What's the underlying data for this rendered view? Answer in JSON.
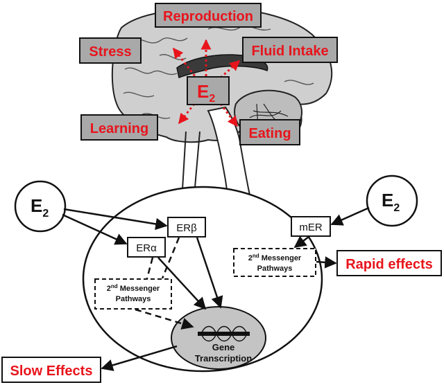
{
  "brain_functions": {
    "reproduction": "Reproduction",
    "stress": "Stress",
    "fluid_intake": "Fluid Intake",
    "learning": "Learning",
    "eating": "Eating"
  },
  "hormone": {
    "main": "E",
    "sub": "2"
  },
  "receptors": {
    "er_alpha": "ERα",
    "er_beta": "ERβ",
    "mer": "mER"
  },
  "second_messenger": {
    "sup": "nd",
    "left": {
      "num": "2",
      "line1": " Messenger",
      "line2": "Pathways"
    },
    "right": {
      "num": "2",
      "line1": " Messenger",
      "line2": "Pathways"
    }
  },
  "nucleus": {
    "line1": "Gene",
    "line2": "Transcription"
  },
  "effects": {
    "rapid": "Rapid effects",
    "slow": "Slow Effects"
  },
  "colors": {
    "accent_red": "#e8141c",
    "gray_box": "#a9a9a9",
    "brain_fill": "#cfcfcf",
    "nucleus_fill": "#c4c4c4"
  }
}
